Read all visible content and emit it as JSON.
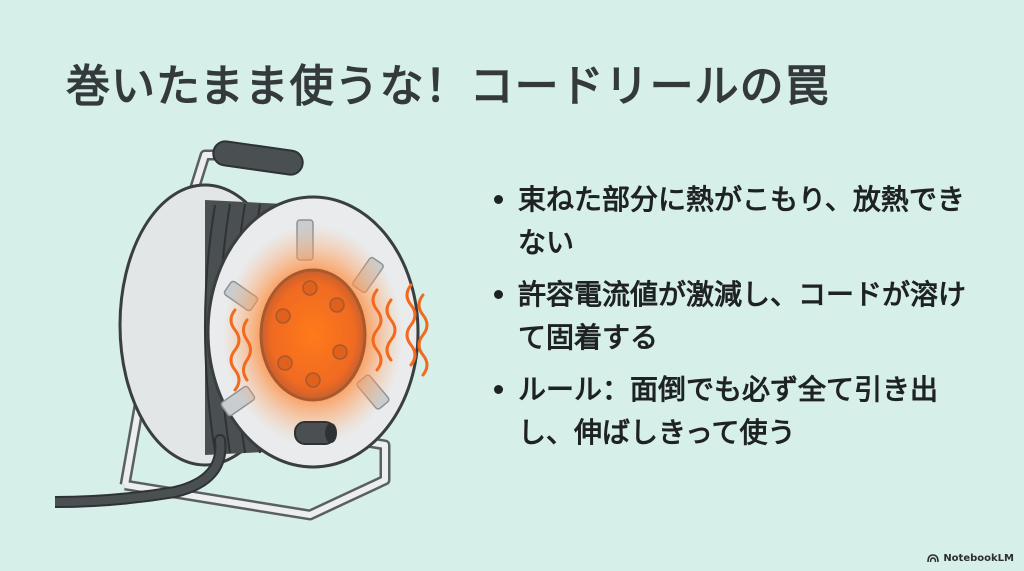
{
  "slide": {
    "title": "巻いたまま使うな！コードリールの罠",
    "bullets": [
      "束ねた部分に熱がこもり、放熱できない",
      "許容電流値が激減し、コードが溶けて固着する",
      "ルール：面倒でも必ず全て引き出し、伸ばしきって使う"
    ],
    "illustration": {
      "subject": "cord-reel-overheating",
      "heat_color": "#ff6a1a",
      "cable_color": "#4a4f52",
      "frame_color": "#e6e8e9"
    }
  },
  "branding": {
    "label": "NotebookLM",
    "icon": "notebooklm-logo-icon"
  },
  "colors": {
    "background": "#d6efe9",
    "title_text": "#343a3c",
    "body_text": "#1f2223"
  }
}
